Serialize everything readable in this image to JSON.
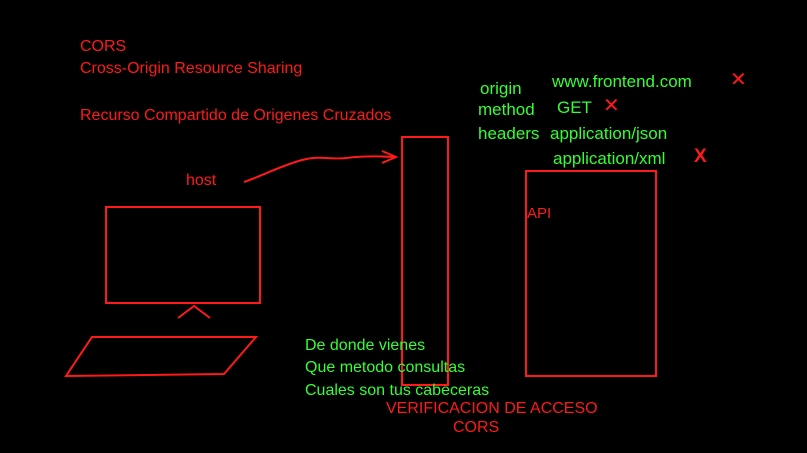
{
  "colors": {
    "background": "#000000",
    "red": "#ff1a1a",
    "green": "#33ff33"
  },
  "titles": {
    "line1": "CORS",
    "line2": "Cross-Origin Resource Sharing",
    "line3": "Recurso Compartido de Origenes Cruzados"
  },
  "labels": {
    "host": "host",
    "api": "API"
  },
  "request": {
    "origin_key": "origin",
    "origin_value": "www.frontend.com",
    "method_key": "method",
    "method_value": "GET",
    "headers_key": "headers",
    "headers_value_1": "application/json",
    "headers_value_2": "application/xml",
    "reject_mark": "✕",
    "reject_mark_alt": "X"
  },
  "questions": [
    "De donde vienes",
    "Que metodo consultas",
    "Cuales son tus cabeceras"
  ],
  "verification": {
    "line1": "VERIFICACION DE ACCESO",
    "line2": "CORS"
  }
}
